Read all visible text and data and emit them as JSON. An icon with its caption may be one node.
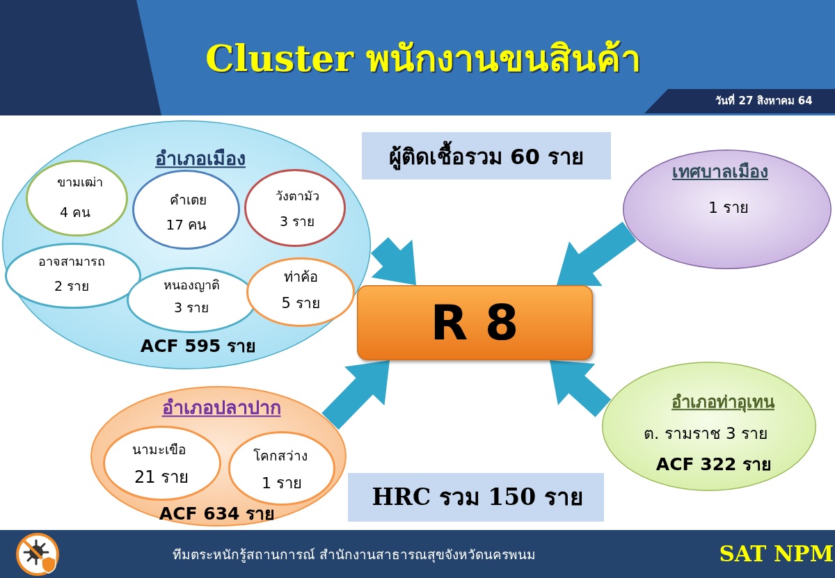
{
  "diagram": {
    "title": "Cluster พนักงานขนสินค้า",
    "nodes": [
      {
        "text": [
          "อำเภอเมือง",
          "ACF 595 ราย"
        ]
      },
      {
        "text": [
          "ขามเฒ่า",
          "4 คน"
        ],
        "in": 0
      },
      {
        "text": [
          "คำเตย",
          "17 คน"
        ],
        "in": 0
      },
      {
        "text": [
          "วังตามัว",
          "3 ราย"
        ],
        "in": 0
      },
      {
        "text": [
          "อาจสามารถ",
          "2 ราย"
        ],
        "in": 0
      },
      {
        "text": [
          "หนองญาติ",
          "3 ราย"
        ],
        "in": 0
      },
      {
        "text": [
          "ท่าค้อ",
          "5 ราย"
        ],
        "in": 0
      },
      {
        "text": [
          "ผู้ติดเชื้อรวม 60 ราย"
        ]
      },
      {
        "text": [
          "เทศบาลเมือง",
          "1 ราย"
        ]
      },
      {
        "text": [
          "R 8"
        ]
      },
      {
        "text": [
          "อำเภอท่าอุเทน",
          "ต. รามราช 3 ราย",
          "ACF 322 ราย"
        ]
      },
      {
        "text": [
          "อำเภอปลาปาก",
          "ACF 634 ราย"
        ]
      },
      {
        "text": [
          "นามะเขือ",
          "21 ราย"
        ],
        "in": 11
      },
      {
        "text": [
          "โคกสว่าง",
          "1 ราย"
        ],
        "in": 11
      },
      {
        "text": [
          "HRC รวม 150 ราย"
        ]
      }
    ],
    "edges": [
      {
        "from": 0,
        "to": 9,
        "arrow": "to"
      },
      {
        "from": 8,
        "to": 9,
        "arrow": "to"
      },
      {
        "from": 11,
        "to": 9,
        "arrow": "to"
      },
      {
        "from": 10,
        "to": 9,
        "arrow": "to"
      }
    ],
    "labels": [
      "วันที่ 27 สิงหาคม 64",
      "ทีมตระหนักรู้สถานการณ์ สำนักงานสาธารณสุขจังหวัดนครพนม",
      "SAT NPM"
    ]
  }
}
